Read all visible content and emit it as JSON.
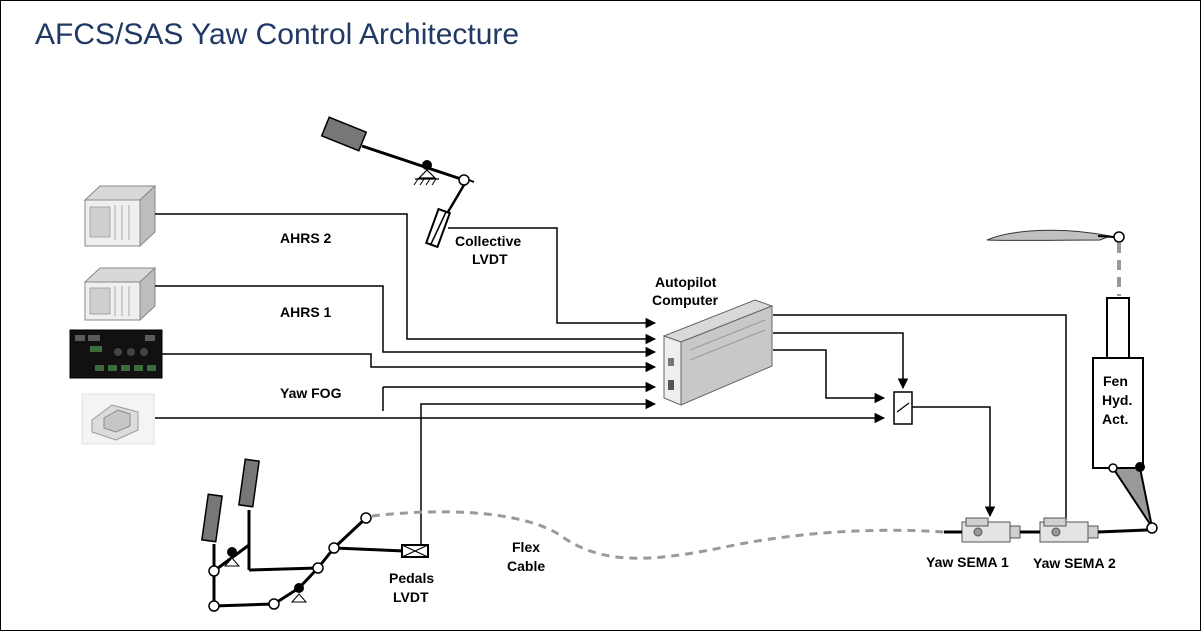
{
  "title": "AFCS/SAS Yaw Control Architecture",
  "labels": {
    "ahrs2": "AHRS 2",
    "ahrs1": "AHRS 1",
    "yaw_fog": "Yaw FOG",
    "collective_lvdt_1": "Collective",
    "collective_lvdt_2": "LVDT",
    "autopilot_1": "Autopilot",
    "autopilot_2": "Computer",
    "fen_act_1": "Fen",
    "fen_act_2": "Hyd.",
    "fen_act_3": "Act.",
    "pedals_lvdt_1": "Pedals",
    "pedals_lvdt_2": "LVDT",
    "flex_cable_1": "Flex",
    "flex_cable_2": "Cable",
    "yaw_sema_1": "Yaw SEMA 1",
    "yaw_sema_2": "Yaw SEMA 2"
  },
  "colors": {
    "title": "#1f3864",
    "line": "#000000",
    "dashed": "#9a9a9a",
    "box_fill": "#e6e6e6"
  }
}
